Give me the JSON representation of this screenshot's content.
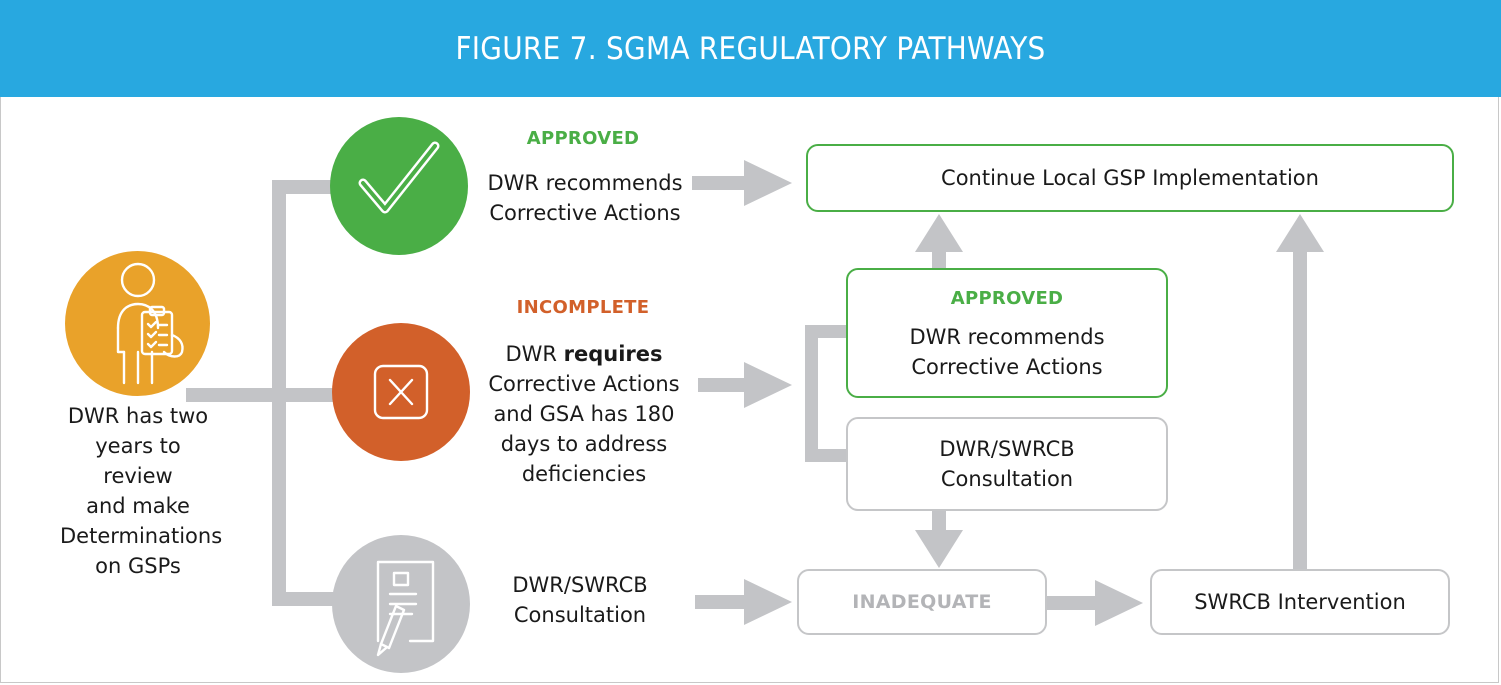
{
  "title": "FIGURE 7. SGMA REGULATORY PATHWAYS",
  "colors": {
    "header": "#28a8e0",
    "approved": "#4aae46",
    "incomplete": "#d2602a",
    "neutral": "#c3c4c7",
    "person": "#e9a22a"
  },
  "start": {
    "icon": "person-clipboard-icon",
    "text_lines": [
      "DWR has two",
      "years to review",
      "and make",
      "Determinations",
      "on GSPs"
    ]
  },
  "approved_path": {
    "icon": "checkmark-icon",
    "status": "APPROVED",
    "text_lines": [
      "DWR recommends",
      "Corrective Actions"
    ]
  },
  "incomplete_path": {
    "icon": "x-box-icon",
    "status": "INCOMPLETE",
    "line1_prefix": "DWR ",
    "line1_bold": "requires",
    "text_lines": [
      "Corrective Actions",
      "and GSA has 180",
      "days to address",
      "deficiencies"
    ]
  },
  "consult_path": {
    "icon": "document-pencil-icon",
    "text_lines": [
      "DWR/SWRCB",
      "Consultation"
    ]
  },
  "boxes": {
    "continue": "Continue Local GSP Implementation",
    "approved_status": "APPROVED",
    "approved_lines": [
      "DWR recommends",
      "Corrective Actions"
    ],
    "consultation_lines": [
      "DWR/SWRCB",
      "Consultation"
    ],
    "inadequate": "INADEQUATE",
    "intervention": "SWRCB Intervention"
  }
}
